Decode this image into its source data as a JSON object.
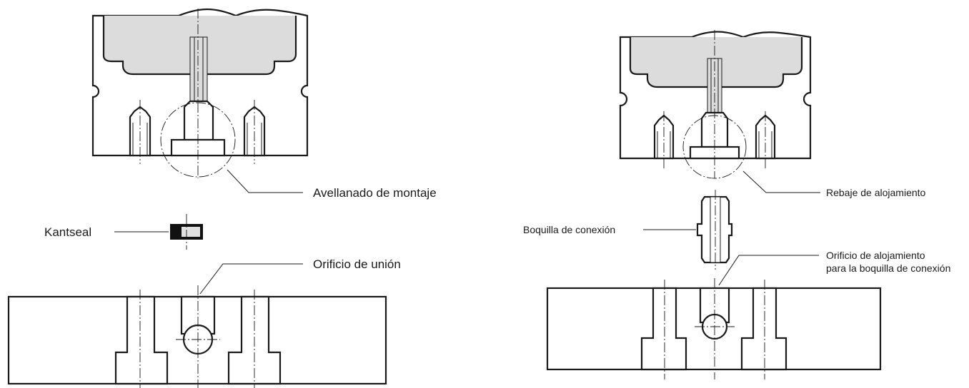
{
  "left_assembly": {
    "callouts": {
      "countersink": "Avellanado de montaje",
      "seal": "Kantseal",
      "port": "Orificio de unión"
    }
  },
  "right_assembly": {
    "callouts": {
      "recess": "Rebaje de alojamiento",
      "nozzle": "Boquilla de conexión",
      "port_line1": "Orificio de alojamiento",
      "port_line2": "para la boquilla de conexión"
    }
  },
  "colors": {
    "line": "#1a1a1a",
    "fill_grey": "#dcdcdc",
    "seal_dark": "#111111"
  }
}
